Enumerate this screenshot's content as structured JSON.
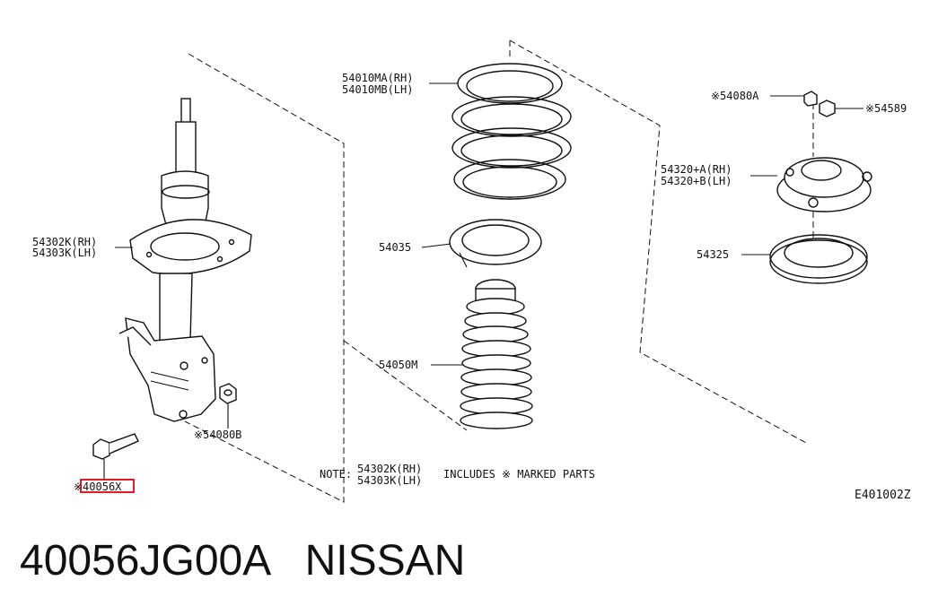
{
  "diagram": {
    "labels": {
      "strut_rh": "54302K(RH)",
      "strut_lh": "54303K(LH)",
      "spring_rh": "54010MA(RH)",
      "spring_lh": "54010MB(LH)",
      "seat": "54035",
      "bumper": "54050M",
      "bolt_a": "※54080A",
      "nut": "※54589",
      "mount_rh": "54320+A(RH)",
      "mount_lh": "54320+B(LH)",
      "bearing": "54325",
      "nut_b": "※54080B",
      "bolt": "※40056X",
      "note_prefix": "NOTE:",
      "note_rh": "54302K(RH)",
      "note_lh": "54303K(LH)",
      "note_suffix": "INCLUDES ※ MARKED PARTS",
      "drawing_code": "E401002Z"
    },
    "highlight_color": "#e0000f"
  },
  "caption": {
    "text": "40056JG00A   NISSAN"
  }
}
